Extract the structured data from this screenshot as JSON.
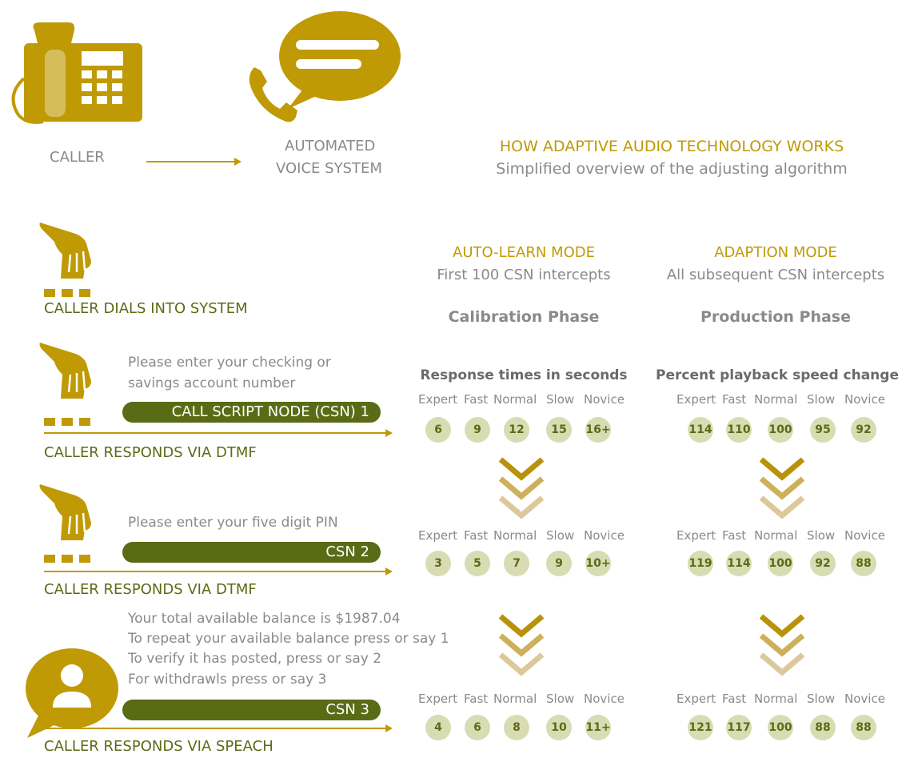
{
  "header": {
    "caller": "CALLER",
    "automated_line1": "AUTOMATED",
    "automated_line2": "VOICE SYSTEM",
    "title": "HOW ADAPTIVE AUDIO TECHNOLOGY WORKS",
    "subtitle": "Simplified overview of the adjusting algorithm"
  },
  "modes": {
    "auto_learn": {
      "title": "AUTO-LEARN MODE",
      "subtitle": "First 100 CSN intercepts",
      "phase": "Calibration Phase",
      "metric": "Response times in seconds"
    },
    "adaption": {
      "title": "ADAPTION MODE",
      "subtitle": "All subsequent CSN intercepts",
      "phase": "Production Phase",
      "metric": "Percent playback speed change"
    }
  },
  "steps": {
    "dial": "CALLER DIALS INTO SYSTEM",
    "csn1": {
      "prompt_line1": "Please enter your checking or",
      "prompt_line2": "savings account number",
      "bar": "CALL SCRIPT NODE (CSN) 1",
      "response": "CALLER RESPONDS VIA DTMF"
    },
    "csn2": {
      "prompt_line1": "Please enter your five digit PIN",
      "bar": "CSN 2",
      "response": "CALLER RESPONDS VIA DTMF"
    },
    "csn3": {
      "prompt_line1": "Your total available balance is $1987.04",
      "prompt_line2": "To repeat your available balance press or say 1",
      "prompt_line3": "To verify it has posted, press or say 2",
      "prompt_line4": "For withdrawls press or say 3",
      "bar": "CSN 3",
      "response": "CALLER RESPONDS VIA SPEACH"
    }
  },
  "tier_labels": [
    "Expert",
    "Fast",
    "Normal",
    "Slow",
    "Novice"
  ],
  "tables": {
    "row1": {
      "response": [
        "6",
        "9",
        "12",
        "15",
        "16+"
      ],
      "playback": [
        "114",
        "110",
        "100",
        "95",
        "92"
      ]
    },
    "row2": {
      "response": [
        "3",
        "5",
        "7",
        "9",
        "10+"
      ],
      "playback": [
        "119",
        "114",
        "100",
        "92",
        "88"
      ]
    },
    "row3": {
      "response": [
        "4",
        "6",
        "8",
        "10",
        "11+"
      ],
      "playback": [
        "121",
        "117",
        "100",
        "88",
        "88"
      ]
    }
  },
  "colors": {
    "gold": "#c09a05",
    "olive": "#5a6b15",
    "circle_fill": "#d8dcb3",
    "text_gray": "#8a8a8a"
  },
  "icons": [
    "desk-phone-icon",
    "speech-bubble-phone-icon",
    "pointing-hand-icon",
    "keypad-dots-icon",
    "person-speech-icon",
    "chevron-down-icon"
  ]
}
